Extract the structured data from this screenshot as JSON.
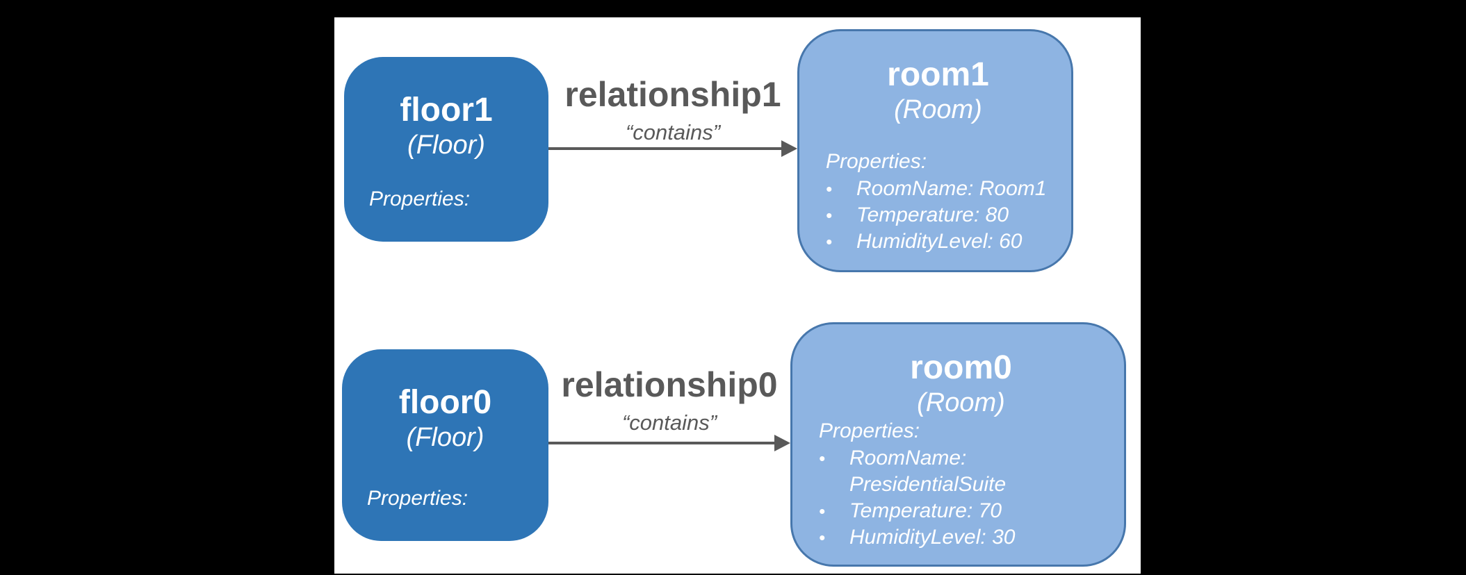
{
  "diagram": {
    "bullet": "•",
    "colors": {
      "background": "#000000",
      "panel": "#ffffff",
      "floor_node_fill": "#2E75B6",
      "room_node_fill": "#8EB4E2",
      "room_node_border": "#4777AC",
      "connector_gray": "#595959",
      "node_text": "#ffffff"
    },
    "rows": [
      {
        "source": {
          "title": "floor1",
          "type": "(Floor)",
          "properties_label": "Properties:"
        },
        "relationship": {
          "name": "relationship1",
          "label": "“contains”"
        },
        "target": {
          "title": "room1",
          "type": "(Room)",
          "properties_label": "Properties:",
          "properties": [
            "RoomName: Room1",
            "Temperature: 80",
            "HumidityLevel: 60"
          ]
        }
      },
      {
        "source": {
          "title": "floor0",
          "type": "(Floor)",
          "properties_label": "Properties:"
        },
        "relationship": {
          "name": "relationship0",
          "label": "“contains”"
        },
        "target": {
          "title": "room0",
          "type": "(Room)",
          "properties_label": "Properties:",
          "properties": [
            "RoomName: PresidentialSuite",
            "Temperature: 70",
            "HumidityLevel: 30"
          ]
        }
      }
    ]
  }
}
